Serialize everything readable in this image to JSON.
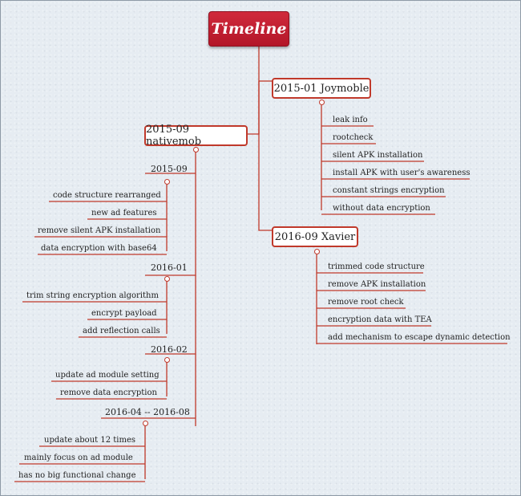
{
  "title": "Timeline",
  "branches": {
    "nativemob": {
      "label": "2015-09 nativemob",
      "groups": [
        {
          "label": "2015-09",
          "items": [
            "code structure rearranged",
            "new ad features",
            "remove silent APK installation",
            "data encryption with base64"
          ]
        },
        {
          "label": "2016-01",
          "items": [
            "trim string encryption algorithm",
            "encrypt payload",
            "add reflection calls"
          ]
        },
        {
          "label": "2016-02",
          "items": [
            "update ad module setting",
            "remove data encryption"
          ]
        },
        {
          "label": "2016-04 -- 2016-08",
          "items": [
            "update about 12 times",
            "mainly focus on ad module",
            "has no big functional change"
          ]
        }
      ]
    },
    "joymoble": {
      "label": "2015-01 Joymoble",
      "items": [
        "leak info",
        "rootcheck",
        "silent APK installation",
        "install APK with user's awareness",
        "constant strings encryption",
        "without data encryption"
      ]
    },
    "xavier": {
      "label": "2016-09 Xavier",
      "items": [
        "trimmed code structure",
        "remove APK installation",
        "remove root check",
        "encryption data with TEA",
        "add mechanism to escape dynamic detection"
      ]
    }
  },
  "colors": {
    "accent": "#c0392b",
    "root_fill": "#c41e30",
    "background": "#e6ecf2"
  }
}
